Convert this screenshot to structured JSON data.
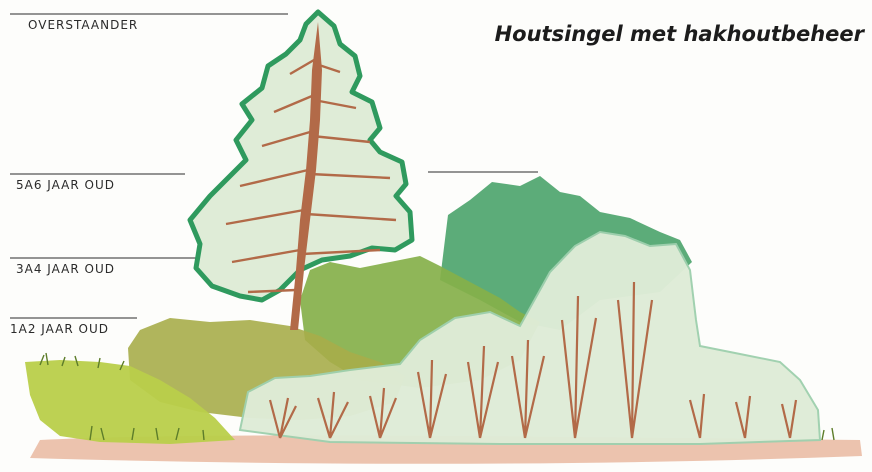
{
  "title": "Houtsingel met hakhoutbeheer",
  "levels": [
    {
      "label": "OVERSTAANDER"
    },
    {
      "label": "5A6 JAAR OUD"
    },
    {
      "label": "3A4 JAAR OUD"
    },
    {
      "label": "1A2 JAAR OUD"
    }
  ],
  "colors": {
    "ground": "#e9b9a0",
    "grass": "#b9cf4a",
    "olive_shrub": "#a7ad4a",
    "mid_green": "#86b04a",
    "dark_green": "#4aa36a",
    "pale_green": "#dfecd7",
    "tree_outline": "#2f9a5e",
    "trunk": "#b26a48"
  },
  "icons": [
    "conifer-tree-icon",
    "coppice-shrub-icon"
  ]
}
